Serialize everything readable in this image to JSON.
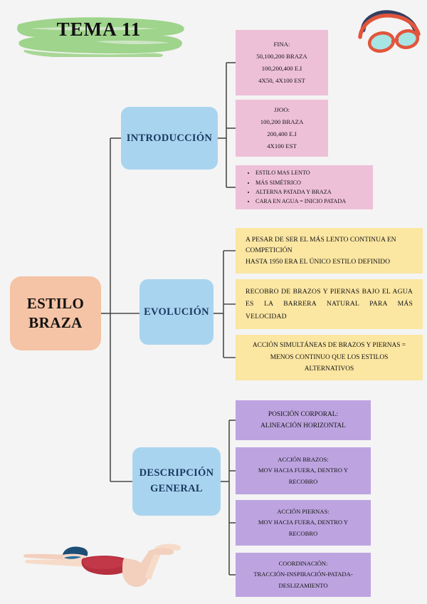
{
  "page": {
    "background_color": "#f4f4f4",
    "title": "TEMA 11",
    "highlight_color": "#9ed48b"
  },
  "icons": {
    "goggles": "swim-goggles-icon",
    "swimmer": "swimmer-breaststroke-icon"
  },
  "colors": {
    "root": "#f5c3a5",
    "branch": "#a9d4ef",
    "pink": "#eec0d8",
    "yellow": "#fbe6a2",
    "purple": "#bda4e0",
    "connector": "#4a4a4a"
  },
  "root": {
    "line1": "ESTILO",
    "line2": "BRAZA"
  },
  "branches": [
    {
      "id": "introduccion",
      "label": "INTRODUCCIÓN"
    },
    {
      "id": "evolucion",
      "label": "EVOLUCIÓN"
    },
    {
      "id": "descripcion",
      "label_line1": "DESCRIPCIÓN",
      "label_line2": "GENERAL"
    }
  ],
  "introduccion_cards": [
    {
      "id": "fina",
      "lines": [
        "FINA:",
        "50,100,200 BRAZA",
        "100,200,400 E.I",
        "4X50, 4X100 EST"
      ]
    },
    {
      "id": "jjoo",
      "lines": [
        "JJOO:",
        "100,200 BRAZA",
        "200,400 E.I",
        "4X100 EST"
      ]
    },
    {
      "id": "caracteristicas",
      "bullets": [
        "ESTILO MAS LENTO",
        "MÁS SIMÉTRICO",
        "ALTERNA PATADA Y BRAZA",
        "CARA EN AGUA = INICIO PATADA"
      ]
    }
  ],
  "evolucion_cards": [
    {
      "id": "competicion",
      "lines": [
        "A PESAR DE SER EL MÁS LENTO CONTINUA EN COMPETICIÓN",
        "HASTA 1950 ERA EL ÚNICO ESTILO DEFINIDO"
      ]
    },
    {
      "id": "recobro",
      "text": "RECOBRO DE BRAZOS Y PIERNAS BAJO EL AGUA ES LA BARRERA NATURAL PARA MÁS VELOCIDAD"
    },
    {
      "id": "accion-simultanea",
      "text": "ACCIÓN SIMULTÁNEAS DE BRAZOS Y PIERNAS = MENOS CONTINUO QUE LOS ESTILOS ALTERNATIVOS"
    }
  ],
  "descripcion_cards": [
    {
      "id": "posicion-corporal",
      "line1": "POSICIÓN CORPORAL:",
      "line2": "ALINEACIÓN HORIZONTAL",
      "line3": ""
    },
    {
      "id": "accion-brazos",
      "line1": "ACCIÓN BRAZOS:",
      "line2": "MOV HACIA FUERA, DENTRO Y",
      "line3": "RECOBRO"
    },
    {
      "id": "accion-piernas",
      "line1": "ACCIÓN PIERNAS:",
      "line2": "MOV HACIA FUERA, DENTRO Y",
      "line3": "RECOBRO"
    },
    {
      "id": "coordinacion",
      "line1": "COORDINACIÓN:",
      "line2": "TRACCIÓN-INSPIRACIÓN-PATADA-",
      "line3": "DESLIZAMIENTO"
    }
  ]
}
